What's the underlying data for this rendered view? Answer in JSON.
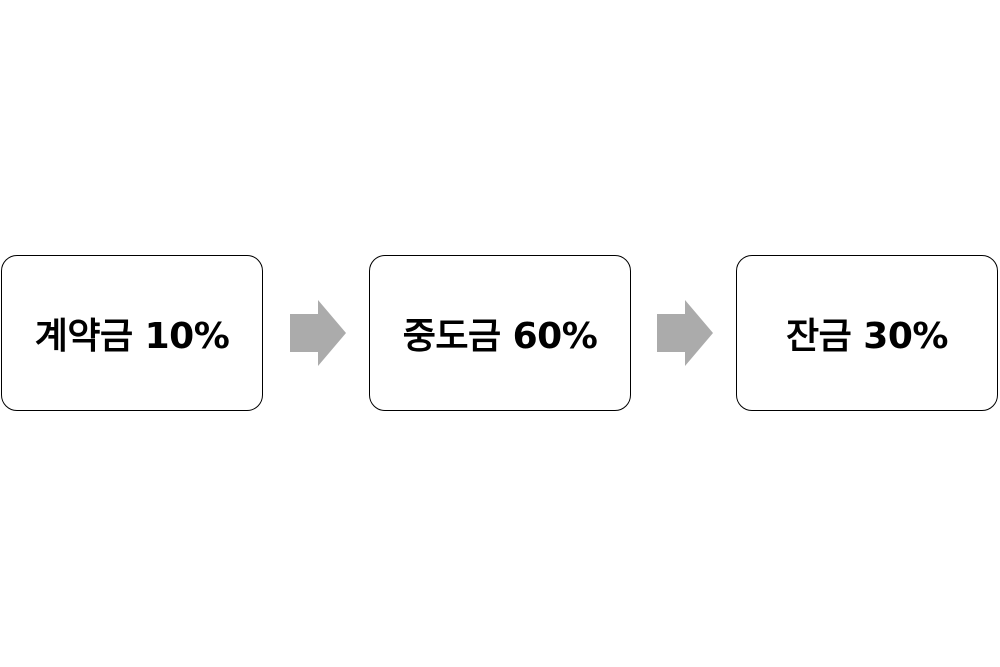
{
  "steps": [
    {
      "label": "계약금 10%"
    },
    {
      "label": "중도금 60%"
    },
    {
      "label": "잔금 30%"
    }
  ],
  "colors": {
    "arrow": "#ababab",
    "box_border": "#000000",
    "text": "#000000"
  },
  "icons": {
    "connector": "right-arrow-icon"
  }
}
